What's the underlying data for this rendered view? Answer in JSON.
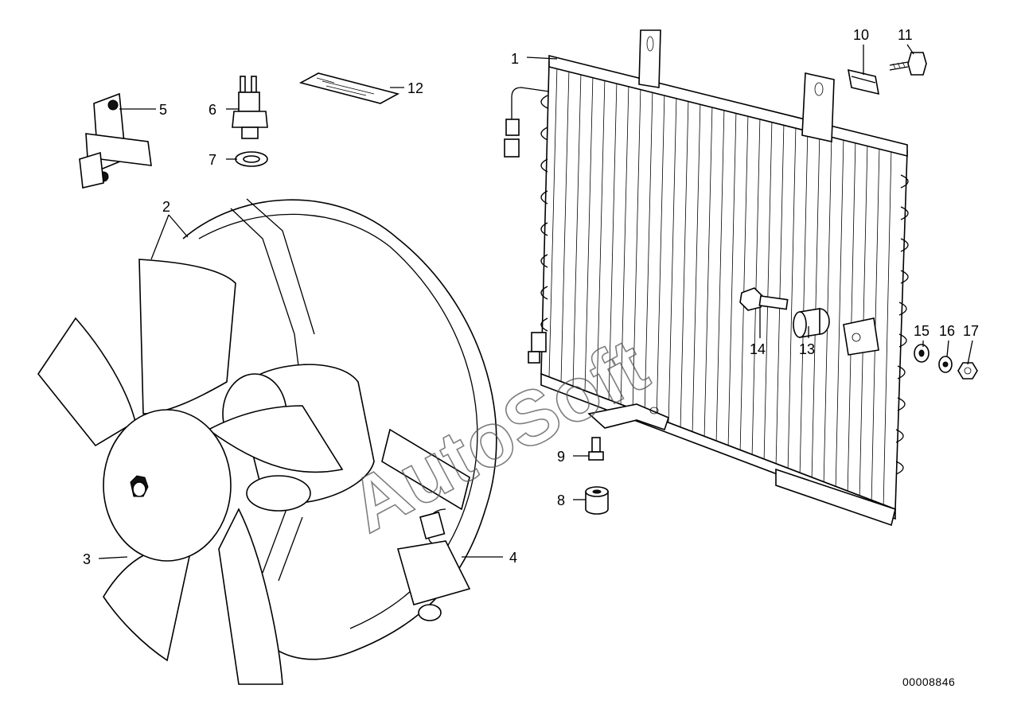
{
  "diagram": {
    "reference_number": "00008846",
    "watermark": "AutoSoft",
    "callouts": [
      {
        "id": "1",
        "label": "1"
      },
      {
        "id": "2",
        "label": "2"
      },
      {
        "id": "3",
        "label": "3"
      },
      {
        "id": "4",
        "label": "4"
      },
      {
        "id": "5",
        "label": "5"
      },
      {
        "id": "6",
        "label": "6"
      },
      {
        "id": "7",
        "label": "7"
      },
      {
        "id": "8",
        "label": "8"
      },
      {
        "id": "9",
        "label": "9"
      },
      {
        "id": "10",
        "label": "10"
      },
      {
        "id": "11",
        "label": "11"
      },
      {
        "id": "12",
        "label": "12"
      },
      {
        "id": "13",
        "label": "13"
      },
      {
        "id": "14",
        "label": "14"
      },
      {
        "id": "15",
        "label": "15"
      },
      {
        "id": "16",
        "label": "16"
      },
      {
        "id": "17",
        "label": "17"
      }
    ],
    "colors": {
      "line": "#000000",
      "background": "#ffffff",
      "watermark": "#555555"
    }
  }
}
